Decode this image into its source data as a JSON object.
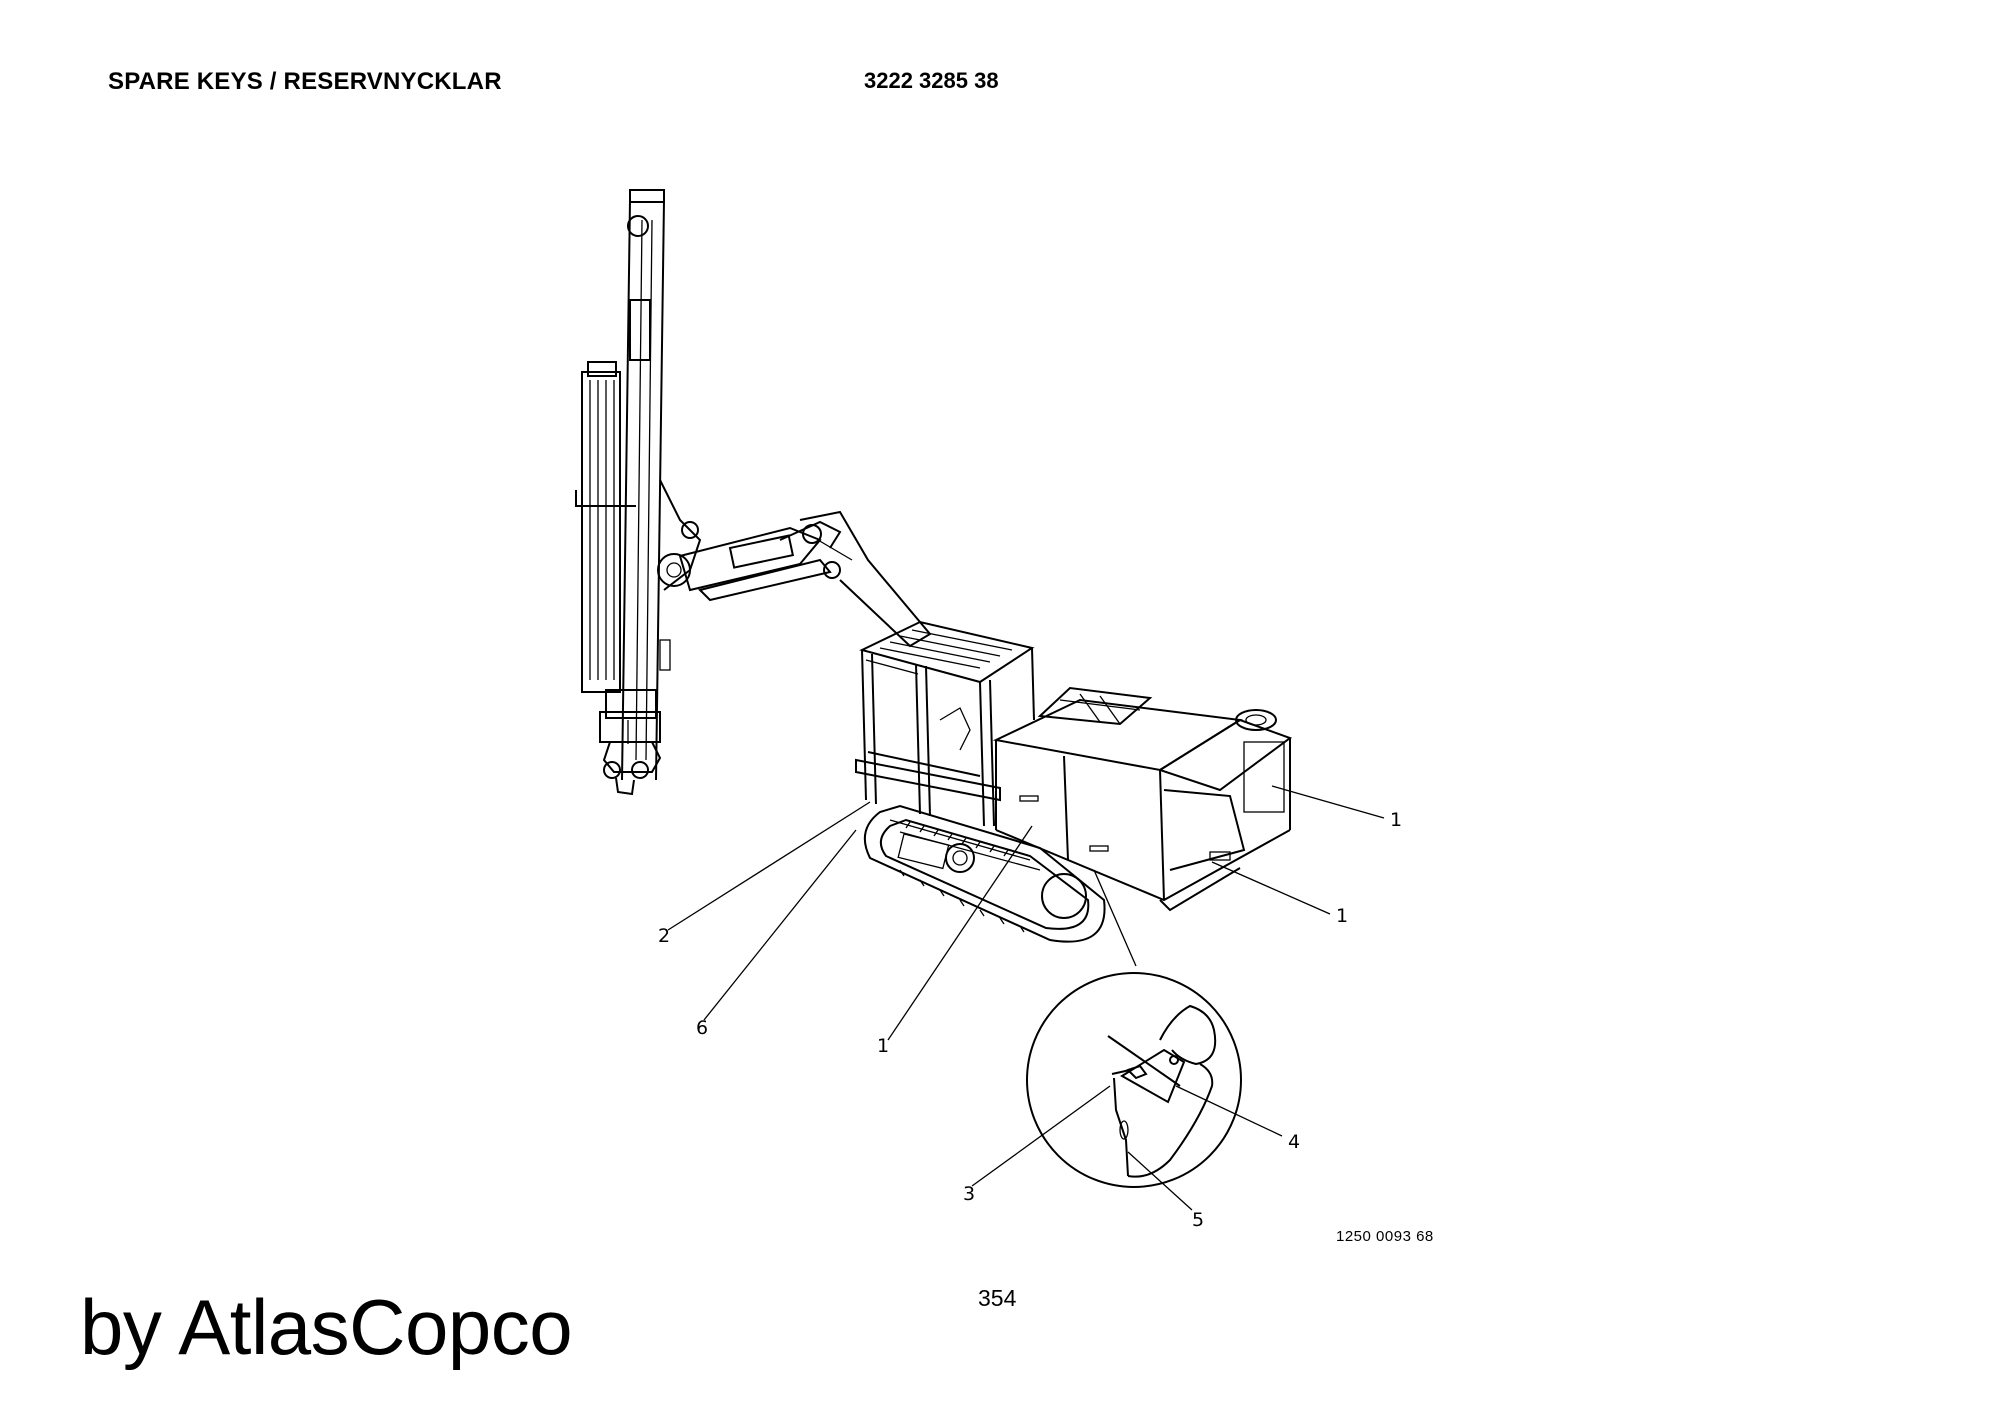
{
  "header": {
    "title": "SPARE KEYS / RESERVNYCKLAR",
    "part_number": "3222 3285 38"
  },
  "drawing": {
    "drawing_number": "1250  0093  68",
    "callouts": [
      "1",
      "1",
      "1",
      "2",
      "3",
      "4",
      "5",
      "6"
    ]
  },
  "footer": {
    "page_number": "354",
    "watermark": "by AtlasCopco"
  }
}
